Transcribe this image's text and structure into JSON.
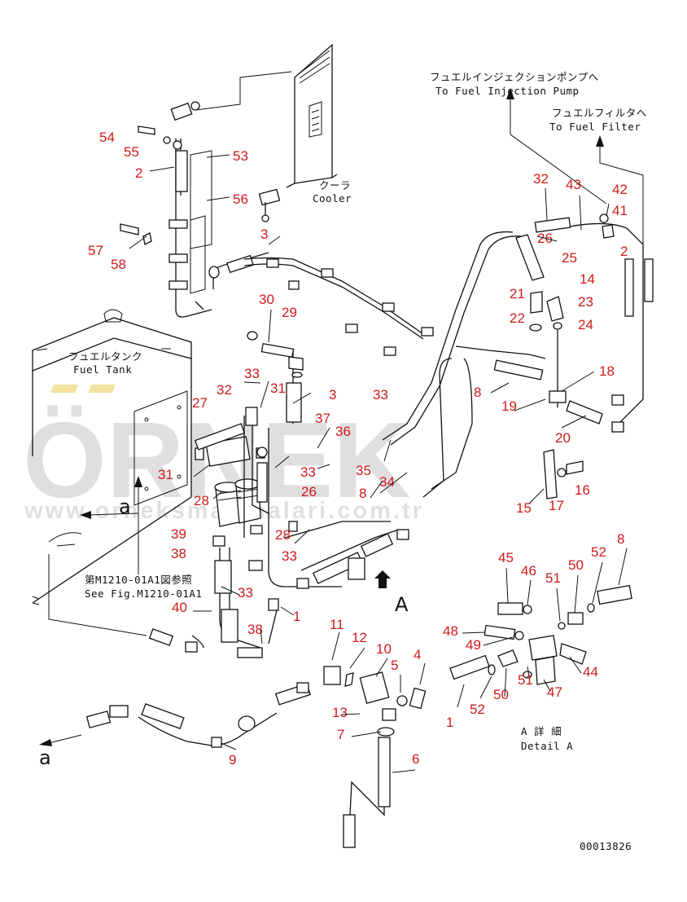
{
  "notes": {
    "pump_jp": "フュエルインジェクションポンプへ",
    "pump_en": "To Fuel Injection Pump",
    "filter_jp": "フュエルフィルタへ",
    "filter_en": "To Fuel Filter",
    "cooler_jp": "クーラ",
    "cooler_en": "Cooler",
    "tank_jp": "フュエルタンク",
    "tank_en": "Fuel Tank",
    "fig_jp": "第M1210-01A1図参照",
    "fig_en": "See Fig.M1210-01A1",
    "detail_jp": "A 詳 細",
    "detail_en": "Detail A",
    "drawing_no": "00013826",
    "arrow_a": "A",
    "a_upper": "a",
    "a_lower": "a"
  },
  "watermark": {
    "brand": "ÖRNEK",
    "url": "www.orneksmakinalari.com.tr"
  },
  "callouts": [
    "54",
    "55",
    "2",
    "53",
    "56",
    "57",
    "58",
    "3",
    "32",
    "43",
    "42",
    "41",
    "26",
    "2",
    "25",
    "14",
    "21",
    "23",
    "22",
    "24",
    "30",
    "29",
    "33",
    "31",
    "3",
    "27",
    "32",
    "37",
    "36",
    "33",
    "18",
    "8",
    "19",
    "20",
    "35",
    "34",
    "33",
    "26",
    "31",
    "28",
    "8",
    "15",
    "17",
    "16",
    "39",
    "28",
    "38",
    "33",
    "33",
    "40",
    "1",
    "38",
    "45",
    "46",
    "51",
    "50",
    "52",
    "8",
    "11",
    "12",
    "10",
    "5",
    "4",
    "48",
    "49",
    "51",
    "47",
    "44",
    "13",
    "7",
    "52",
    "50",
    "1",
    "9",
    "6"
  ]
}
